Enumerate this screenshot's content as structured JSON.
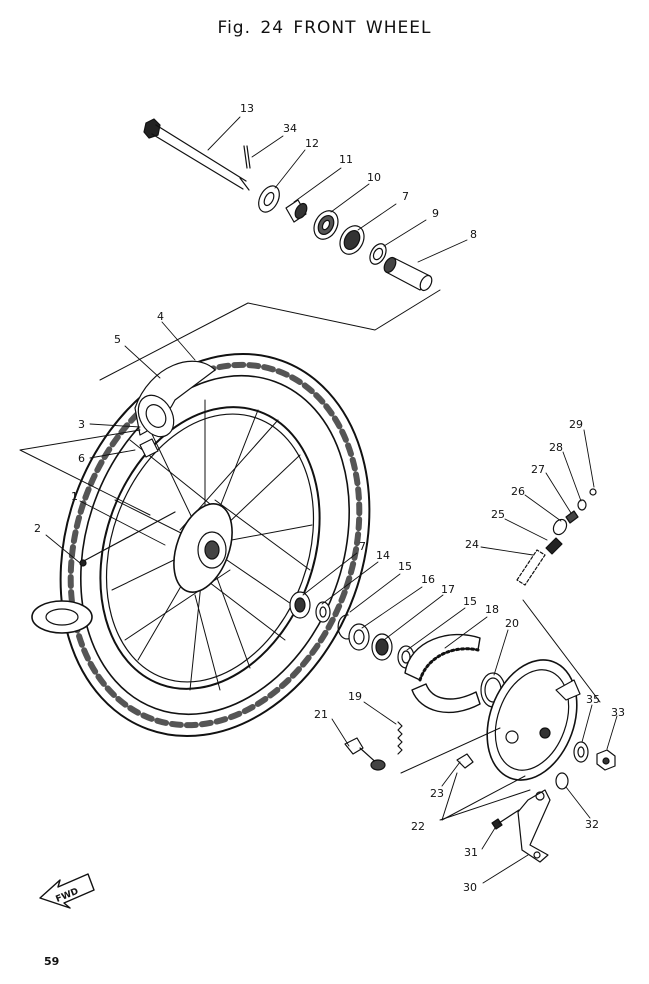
{
  "title": "Fig. 24 FRONT WHEEL",
  "page_number": "59",
  "fwd_label": "FWD",
  "part_labels": {
    "p1": "1",
    "p2": "2",
    "p3": "3",
    "p4": "4",
    "p5": "5",
    "p6": "6",
    "p7a": "7",
    "p7b": "7",
    "p8": "8",
    "p9": "9",
    "p10": "10",
    "p11": "11",
    "p12": "12",
    "p13": "13",
    "p14": "14",
    "p15a": "15",
    "p15b": "15",
    "p16": "16",
    "p17": "17",
    "p18": "18",
    "p19": "19",
    "p20": "20",
    "p21": "21",
    "p22": "22",
    "p23": "23",
    "p24": "24",
    "p25": "25",
    "p26": "26",
    "p27": "27",
    "p28": "28",
    "p29": "29",
    "p30": "30",
    "p31": "31",
    "p32": "32",
    "p33": "33",
    "p34": "34",
    "p35": "35"
  }
}
